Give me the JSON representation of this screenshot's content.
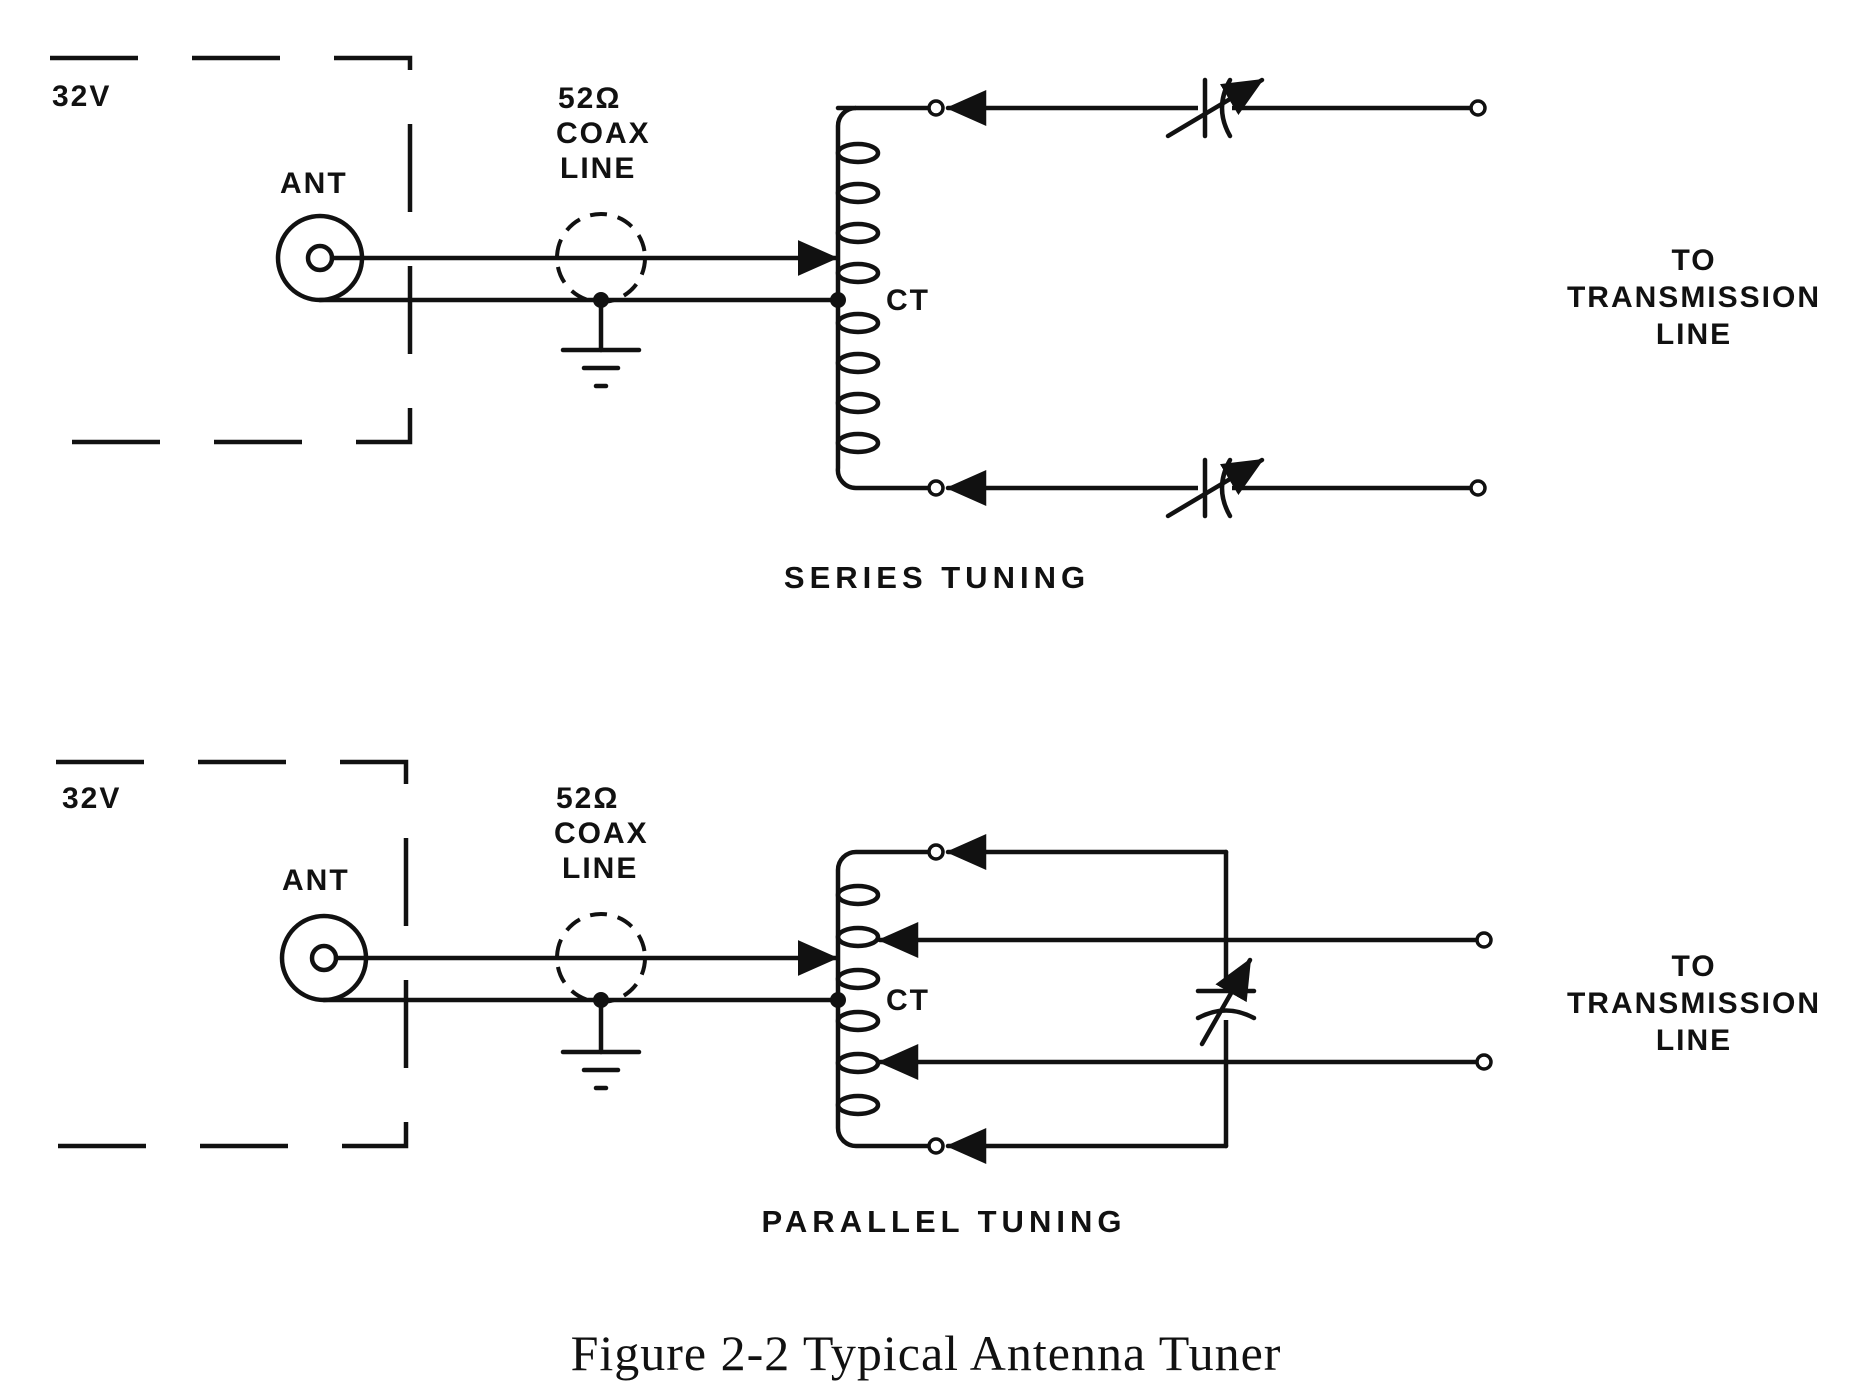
{
  "series_circuit": {
    "supply_label": "32V",
    "antenna_label": "ANT",
    "coax_impedance": "52Ω",
    "coax_line1": "COAX",
    "coax_line2": "LINE",
    "center_tap_label": "CT",
    "output_line1": "TO",
    "output_line2": "TRANSMISSION",
    "output_line3": "LINE",
    "title": "SERIES TUNING"
  },
  "parallel_circuit": {
    "supply_label": "32V",
    "antenna_label": "ANT",
    "coax_impedance": "52Ω",
    "coax_line1": "COAX",
    "coax_line2": "LINE",
    "center_tap_label": "CT",
    "output_line1": "TO",
    "output_line2": "TRANSMISSION",
    "output_line3": "LINE",
    "title": "PARALLEL TUNING"
  },
  "caption": "Figure 2-2 Typical Antenna Tuner"
}
